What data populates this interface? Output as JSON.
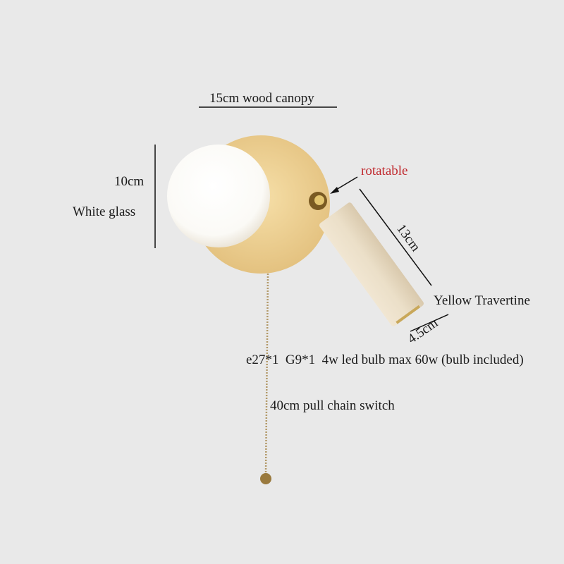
{
  "labels": {
    "canopy": "15cm wood canopy",
    "glass_size": "10cm",
    "glass": "White glass",
    "rotatable": "rotatable",
    "length": "13cm",
    "material": "Yellow Travertine",
    "diameter": "4.5cm",
    "bulbs": "e27*1  G9*1  4w led bulb max 60w (bulb included)",
    "chain": "40cm pull chain switch"
  },
  "colors": {
    "background": "#e9e9e9",
    "rotatable": "#c0282d",
    "wood": "#e8c98a",
    "travertine": "#e9dcc4",
    "brass": "#b58a3c"
  }
}
